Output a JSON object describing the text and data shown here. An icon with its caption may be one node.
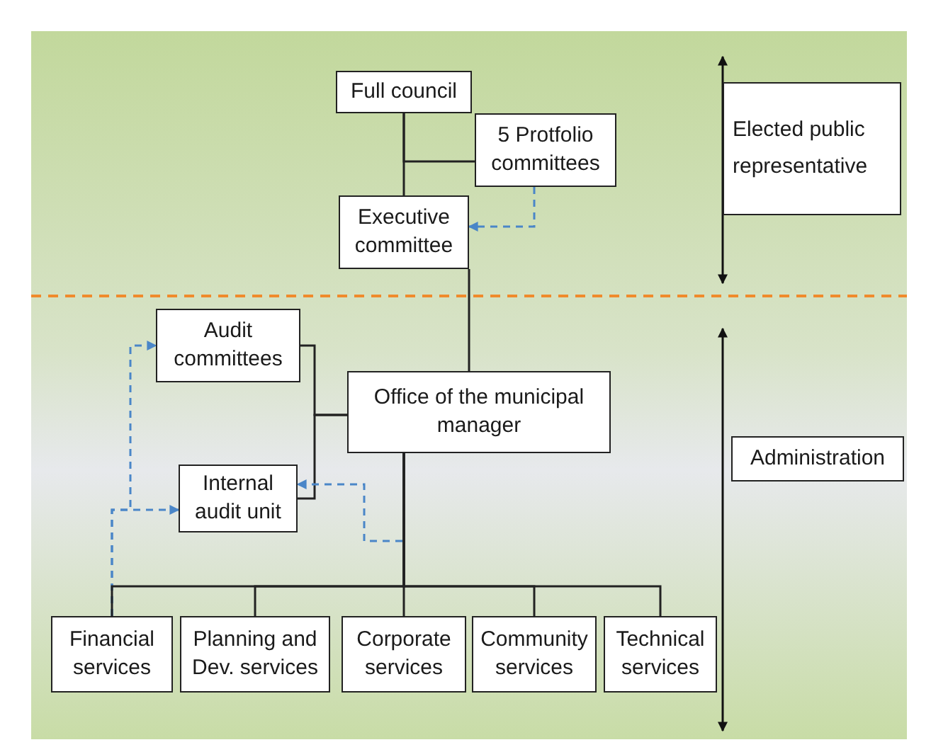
{
  "diagram": {
    "nodes": [
      {
        "text": [
          "Full council"
        ]
      },
      {
        "text": [
          "5 Protfolio committees"
        ]
      },
      {
        "text": [
          "Executive committee"
        ]
      },
      {
        "text": [
          "Elected public representative"
        ]
      },
      {
        "text": [
          "Audit committees"
        ]
      },
      {
        "text": [
          "Office of the municipal manager"
        ]
      },
      {
        "text": [
          "Internal audit unit"
        ]
      },
      {
        "text": [
          "Administration"
        ]
      },
      {
        "text": [
          "Financial services"
        ]
      },
      {
        "text": [
          "Planning and Dev. services"
        ]
      },
      {
        "text": [
          "Corporate services"
        ]
      },
      {
        "text": [
          "Community services"
        ]
      },
      {
        "text": [
          "Technical services"
        ]
      }
    ],
    "edges": [
      {
        "from": 0,
        "to": 2,
        "arrow": "none"
      },
      {
        "from": 0,
        "to": 1,
        "arrow": "none"
      },
      {
        "from": 1,
        "to": 2,
        "arrow": "to",
        "style": "dashed",
        "color": "#4a86c8"
      },
      {
        "from": 2,
        "to": 5,
        "arrow": "none"
      },
      {
        "from": 5,
        "to": 4,
        "arrow": "none"
      },
      {
        "from": 5,
        "to": 6,
        "arrow": "none"
      },
      {
        "from": 5,
        "to": 6,
        "arrow": "to",
        "style": "dashed",
        "color": "#4a86c8"
      },
      {
        "from": 8,
        "to": 4,
        "arrow": "to",
        "style": "dashed",
        "color": "#4a86c8"
      },
      {
        "from": 8,
        "to": 6,
        "arrow": "to",
        "style": "dashed",
        "color": "#4a86c8"
      },
      {
        "from": 5,
        "to": 8,
        "arrow": "none"
      },
      {
        "from": 5,
        "to": 9,
        "arrow": "none"
      },
      {
        "from": 5,
        "to": 10,
        "arrow": "none"
      },
      {
        "from": 5,
        "to": 11,
        "arrow": "none"
      },
      {
        "from": 5,
        "to": 12,
        "arrow": "none"
      }
    ]
  }
}
